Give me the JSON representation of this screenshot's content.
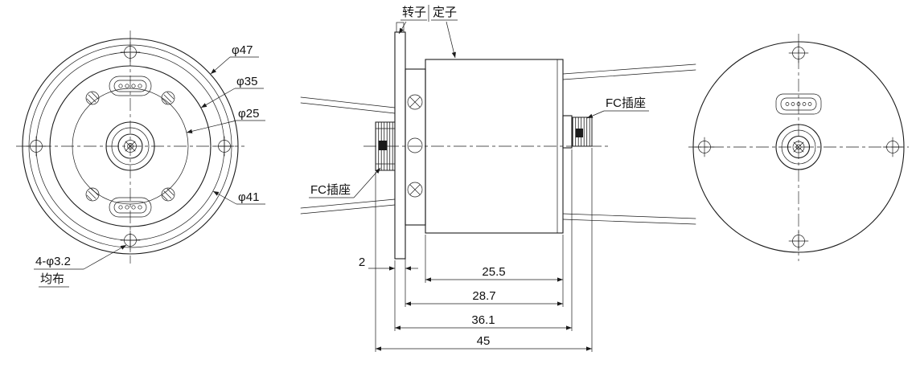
{
  "front_view": {
    "labels": {
      "d47": "φ47",
      "d35": "φ35",
      "d25": "φ25",
      "d41": "φ41",
      "bolt_note": "4-φ3.2",
      "bolt_note2": "均布"
    }
  },
  "side_view": {
    "labels": {
      "rotor": "转子",
      "stator": "定子",
      "fc_left": "FC插座",
      "fc_right": "FC插座"
    },
    "dimensions": {
      "flange_thickness": "2",
      "body_length": "25.5",
      "body_with_plate": "28.7",
      "with_flange": "36.1",
      "overall": "45"
    }
  }
}
